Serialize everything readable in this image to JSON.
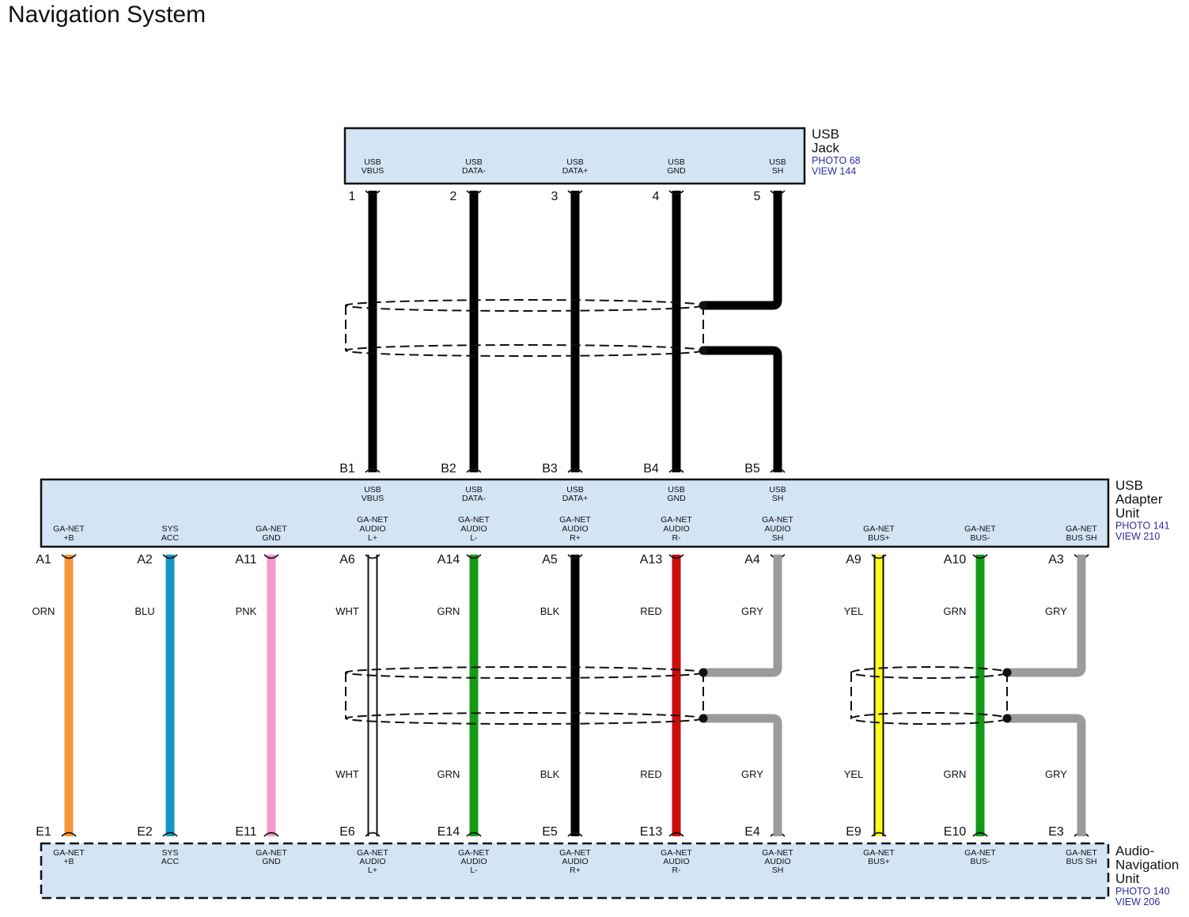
{
  "page_title": "Navigation System",
  "usb_jack": {
    "name_lines": [
      "USB",
      "Jack"
    ],
    "ref_lines": [
      "PHOTO 68",
      "VIEW 144"
    ],
    "terminals": [
      {
        "label_lines": [
          "USB",
          "VBUS"
        ],
        "pin": "1"
      },
      {
        "label_lines": [
          "USB",
          "DATA-"
        ],
        "pin": "2"
      },
      {
        "label_lines": [
          "USB",
          "DATA+"
        ],
        "pin": "3"
      },
      {
        "label_lines": [
          "USB",
          "GND"
        ],
        "pin": "4"
      },
      {
        "label_lines": [
          "USB",
          "SH"
        ],
        "pin": "5"
      }
    ]
  },
  "usb_adapter": {
    "name_lines": [
      "USB",
      "Adapter",
      "Unit"
    ],
    "ref_lines": [
      "PHOTO 141",
      "VIEW 210"
    ],
    "top_terminals": [
      {
        "label_lines": [
          "USB",
          "VBUS"
        ],
        "pin": "B1"
      },
      {
        "label_lines": [
          "USB",
          "DATA-"
        ],
        "pin": "B2"
      },
      {
        "label_lines": [
          "USB",
          "DATA+"
        ],
        "pin": "B3"
      },
      {
        "label_lines": [
          "USB",
          "GND"
        ],
        "pin": "B4"
      },
      {
        "label_lines": [
          "USB",
          "SH"
        ],
        "pin": "B5"
      }
    ],
    "bottom_terminals": [
      {
        "label_lines": [
          "GA-NET",
          "+B"
        ],
        "pin": "A1"
      },
      {
        "label_lines": [
          "SYS",
          "ACC"
        ],
        "pin": "A2"
      },
      {
        "label_lines": [
          "GA-NET",
          "GND"
        ],
        "pin": "A11"
      },
      {
        "label_lines": [
          "GA-NET",
          "AUDIO",
          "L+"
        ],
        "pin": "A6"
      },
      {
        "label_lines": [
          "GA-NET",
          "AUDIO",
          "L-"
        ],
        "pin": "A14"
      },
      {
        "label_lines": [
          "GA-NET",
          "AUDIO",
          "R+"
        ],
        "pin": "A5"
      },
      {
        "label_lines": [
          "GA-NET",
          "AUDIO",
          "R-"
        ],
        "pin": "A13"
      },
      {
        "label_lines": [
          "GA-NET",
          "AUDIO",
          "SH"
        ],
        "pin": "A4"
      },
      {
        "label_lines": [
          "GA-NET",
          "BUS+"
        ],
        "pin": "A9"
      },
      {
        "label_lines": [
          "GA-NET",
          "BUS-"
        ],
        "pin": "A10"
      },
      {
        "label_lines": [
          "GA-NET",
          "BUS SH"
        ],
        "pin": "A3"
      }
    ]
  },
  "audio_nav": {
    "name_lines": [
      "Audio-",
      "Navigation",
      "Unit"
    ],
    "ref_lines": [
      "PHOTO 140",
      "VIEW 206"
    ],
    "terminals": [
      {
        "label_lines": [
          "GA-NET",
          "+B"
        ],
        "pin": "E1"
      },
      {
        "label_lines": [
          "SYS",
          "ACC"
        ],
        "pin": "E2"
      },
      {
        "label_lines": [
          "GA-NET",
          "GND"
        ],
        "pin": "E11"
      },
      {
        "label_lines": [
          "GA-NET",
          "AUDIO",
          "L+"
        ],
        "pin": "E6"
      },
      {
        "label_lines": [
          "GA-NET",
          "AUDIO",
          "L-"
        ],
        "pin": "E14"
      },
      {
        "label_lines": [
          "GA-NET",
          "AUDIO",
          "R+"
        ],
        "pin": "E5"
      },
      {
        "label_lines": [
          "GA-NET",
          "AUDIO",
          "R-"
        ],
        "pin": "E13"
      },
      {
        "label_lines": [
          "GA-NET",
          "AUDIO",
          "SH"
        ],
        "pin": "E4"
      },
      {
        "label_lines": [
          "GA-NET",
          "BUS+"
        ],
        "pin": "E9"
      },
      {
        "label_lines": [
          "GA-NET",
          "BUS-"
        ],
        "pin": "E10"
      },
      {
        "label_lines": [
          "GA-NET",
          "BUS SH"
        ],
        "pin": "E3"
      }
    ]
  },
  "lower_wires": [
    {
      "color_name": "ORN",
      "color": "#f7963a",
      "upper_label": "ORN",
      "lower_label": ""
    },
    {
      "color_name": "BLU",
      "color": "#1696c6",
      "upper_label": "BLU",
      "lower_label": ""
    },
    {
      "color_name": "PNK",
      "color": "#f799cc",
      "upper_label": "PNK",
      "lower_label": ""
    },
    {
      "color_name": "WHT",
      "color": "#ffffff",
      "upper_label": "WHT",
      "lower_label": "WHT"
    },
    {
      "color_name": "GRN",
      "color": "#149a14",
      "upper_label": "GRN",
      "lower_label": "GRN"
    },
    {
      "color_name": "BLK",
      "color": "#000000",
      "upper_label": "BLK",
      "lower_label": "BLK"
    },
    {
      "color_name": "RED",
      "color": "#cc0e0e",
      "upper_label": "RED",
      "lower_label": "RED"
    },
    {
      "color_name": "GRY",
      "color": "#9b9b9b",
      "upper_label": "GRY",
      "lower_label": "GRY"
    },
    {
      "color_name": "YEL",
      "color": "#ffff1e",
      "upper_label": "YEL",
      "lower_label": "YEL"
    },
    {
      "color_name": "GRN",
      "color": "#149a14",
      "upper_label": "GRN",
      "lower_label": "GRN"
    },
    {
      "color_name": "GRY",
      "color": "#9b9b9b",
      "upper_label": "GRY",
      "lower_label": "GRY"
    }
  ],
  "colors": {
    "connector_fill": "#d3e4f4",
    "ref_text": "#2b2ba0",
    "usb_wire": "#000000"
  }
}
